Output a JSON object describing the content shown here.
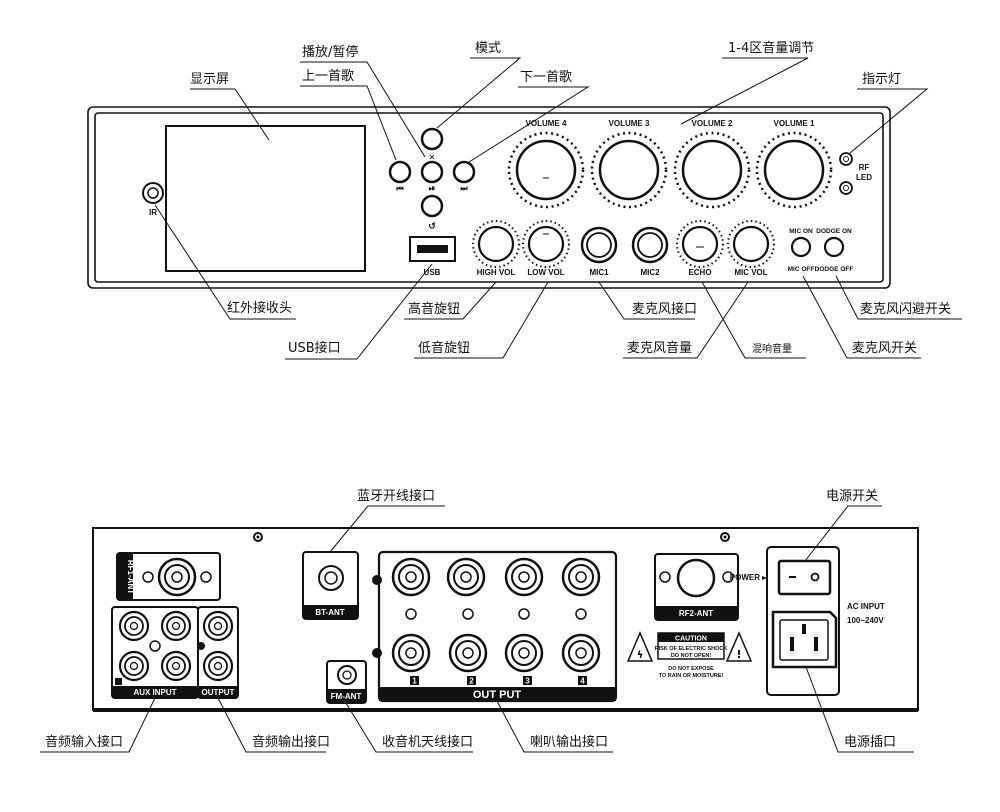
{
  "front_panel": {
    "callouts": {
      "display": "显示屏",
      "play_pause": "播放/暂停",
      "mode": "模式",
      "prev_song": "上一首歌",
      "next_song": "下一首歌",
      "zone_volume": "1-4区音量调节",
      "indicator": "指示灯",
      "ir_receiver": "红外接收头",
      "usb_port": "USB接口",
      "treble_knob": "高音旋钮",
      "bass_knob": "低音旋钮",
      "mic_port": "麦克风接口",
      "mic_volume": "麦克风音量",
      "echo_volume": "混响音量",
      "dodge_switch": "麦克风闪避开关",
      "mic_switch": "麦克风开关"
    },
    "printed": {
      "volume_4": "VOLUME 4",
      "volume_3": "VOLUME 3",
      "volume_2": "VOLUME 2",
      "volume_1": "VOLUME 1",
      "rf": "RF",
      "led": "LED",
      "ir": "IR",
      "usb": "USB",
      "high_vol": "HIGH VOL",
      "low_vol": "LOW VOL",
      "mic1": "MIC1",
      "mic2": "MIC2",
      "echo": "ECHO",
      "mic_vol": "MIC VOL",
      "mic_on": "MIC ON",
      "mic_off": "MIC OFF",
      "dodge_on": "DODGE ON",
      "dodge_off": "DODGE OFF"
    }
  },
  "rear_panel": {
    "callouts": {
      "bt_antenna": "蓝牙开线接口",
      "power_switch": "电源开关",
      "audio_input": "音频输入接口",
      "audio_output": "音频输出接口",
      "fm_antenna": "收音机天线接口",
      "speaker_output": "喇叭输出接口",
      "power_socket": "电源插口"
    },
    "printed": {
      "rf1_ant": "RF1-ANT",
      "bt_ant": "BT-ANT",
      "rf2_ant": "RF2-ANT",
      "fm_ant": "FM-ANT",
      "aux_input": "AUX INPUT",
      "output": "OUTPUT",
      "out_put": "OUT PUT",
      "ch1": "1",
      "ch2": "2",
      "ch3": "3",
      "ch4": "4",
      "power": "POWER",
      "ac_input": "AC INPUT",
      "ac_range": "100~240V",
      "caution": "CAUTION",
      "caution_line1": "RISK OF ELECTRIC SHOCK",
      "caution_line2": "DO NOT OPEN!",
      "warn_line1": "DO NOT EXPOSE",
      "warn_line2": "TO RAIN OR MOISTURE!"
    }
  }
}
